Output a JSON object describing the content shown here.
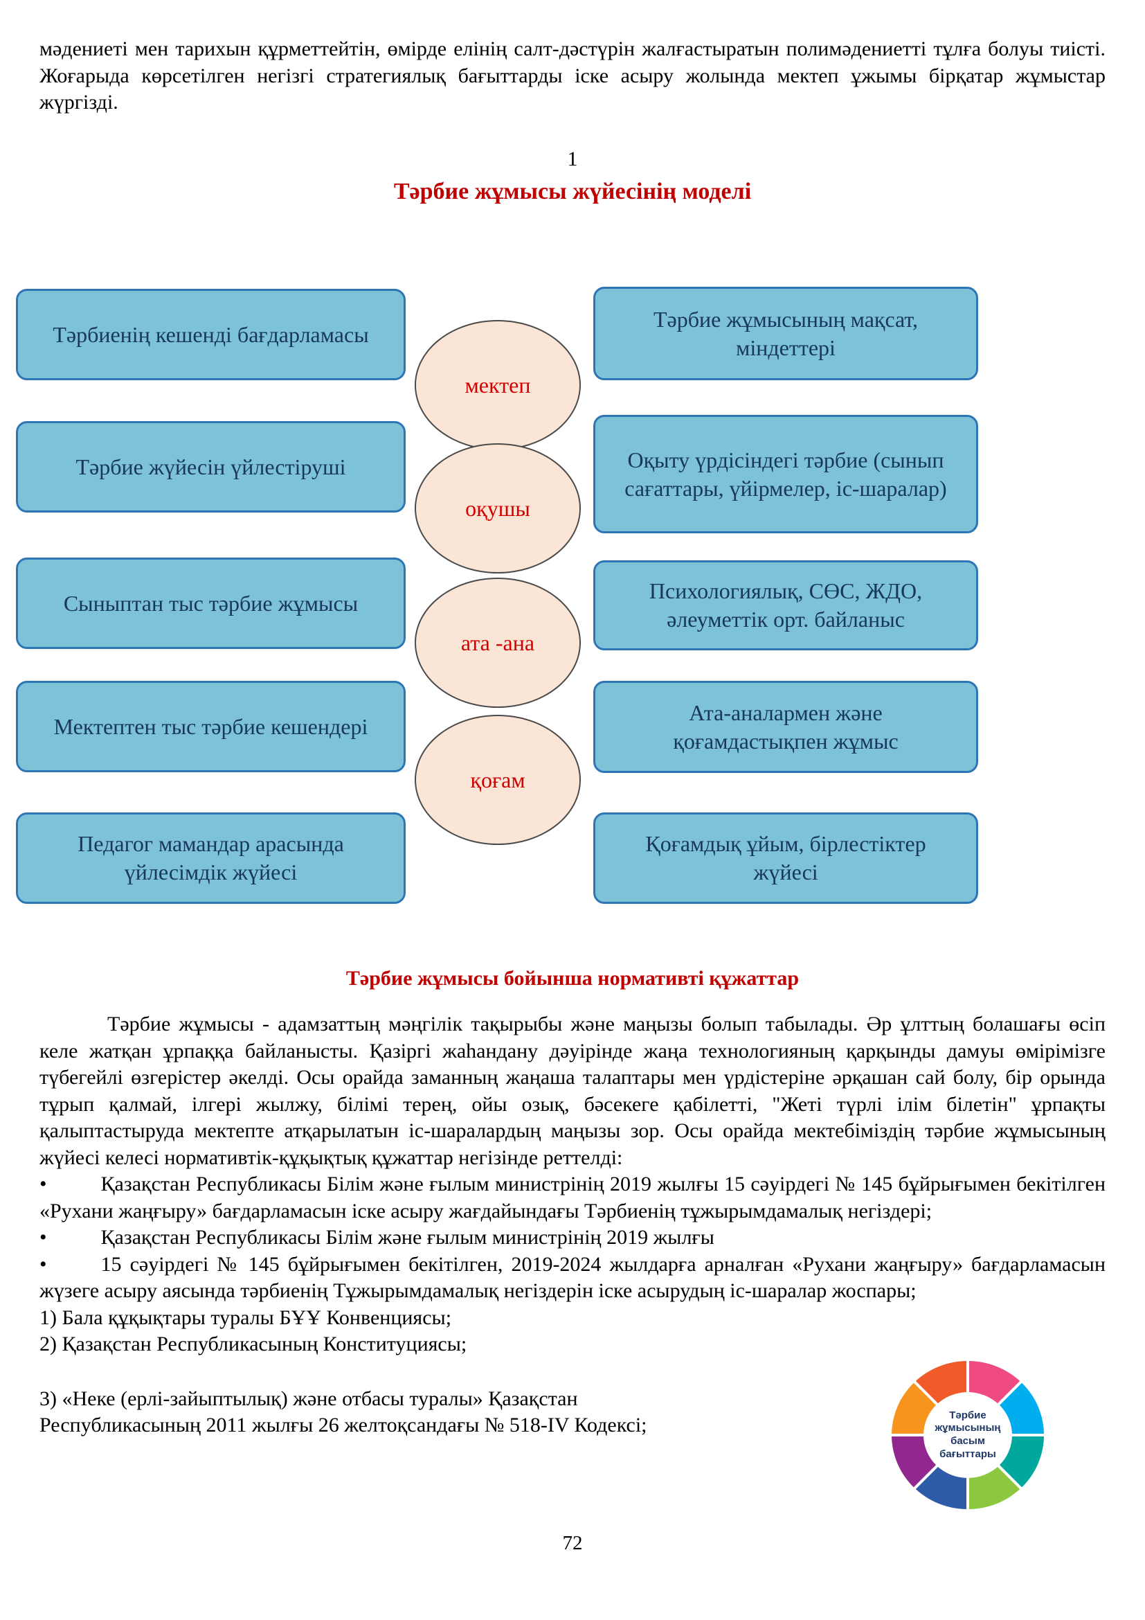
{
  "page": {
    "top_paragraph": "мәдениеті мен тарихын құрметтейтін, өмірде елінің салт-дәстүрін жалғастыратын полимәдениетті тұлға болуы тиісті. Жоғарыда көрсетілген негізгі стратегиялық бағыттарды іске асыру жолында мектеп ұжымы бірқатар жұмыстар жүргізді.",
    "page_marker": "1",
    "title": "Тәрбие жұмысы жүйесінің моделі",
    "footer_page_number": "72"
  },
  "diagram": {
    "left_boxes": [
      "Тәрбиенің кешенді бағдарламасы",
      "Тәрбие жүйесін үйлестіруші",
      "Сыныптан тыс тәрбие жұмысы",
      "Мектептен тыс тәрбие кешендері",
      "Педагог мамандар арасында үйлесімдік жүйесі"
    ],
    "circles": [
      "мектеп",
      "оқушы",
      "ата -ана",
      "қоғам"
    ],
    "right_boxes": [
      "Тәрбие жұмысының мақсат, міндеттері",
      "Оқыту үрдісіндегі тәрбие (сынып сағаттары, үйірмелер, іс-шаралар)",
      "Психологиялық, СӨС, ЖДО, әлеуметтік орт. байланыс",
      "Ата-аналармен және қоғамдастықпен жұмыс",
      "Қоғамдық ұйым, бірлестіктер жүйесі"
    ],
    "colors": {
      "box_fill": "#7EC2D8",
      "box_border": "#2E75B6",
      "box_text": "#17375E",
      "circle_fill": "#FBE5D6",
      "circle_text": "#D40000",
      "heading_red": "#C00000"
    }
  },
  "section": {
    "heading": "Тәрбие жұмысы бойынша нормативті құжаттар",
    "paragraph": "Тәрбие жұмысы - адамзаттың мәңгілік тақырыбы және  маңызы болып табылады. Әр ұлттың болашағы өсіп келе жатқан ұрпаққа байланысты. Қазіргі жаһандану дәуірінде жаңа технологияның қарқынды дамуы өмірімізге түбегейлі өзгерістер әкелді. Осы орайда заманның жаңаша талаптары мен үрдістеріне әрқашан сай болу, бір орында тұрып қалмай, ілгері жылжу, білімі терең, ойы озық, бәсекеге қабілетті, \"Жеті түрлі ілім білетін\" ұрпақты қалыптастыруда мектепте  атқарылатын іс-шаралардың маңызы зор. Осы орайда мектебіміздің  тәрбие жұмысының жүйесі келесі нормативтік-құқықтық құжаттар негізінде  реттелді:",
    "bullet_marker": "•",
    "bullets": [
      "Қазақстан Республикасы Білім және ғылым министрінің 2019 жылғы 15 сәуірдегі № 145 бұйрығымен бекітілген «Рухани жаңғыру» бағдарламасын іске асыру жағдайындағы Тәрбиенің тұжырымдамалық негіздері;",
      "Қазақстан Республикасы Білім және ғылым министрінің 2019 жылғы",
      "15 сәуірдегі № 145 бұйрығымен бекітілген, 2019-2024 жылдарға арналған «Рухани жаңғыру» бағдарламасын жүзеге асыру аясында тәрбиенің Тұжырымдамалық негіздерін іске асырудың іс-шаралар жоспары;"
    ],
    "numbered": [
      "1) Бала құқықтары туралы БҰҰ Конвенциясы;",
      "2) Қазақстан Республикасының Конституциясы;"
    ],
    "item3_line1": "3) «Неке (ерлі-зайыптылық) және отбасы туралы» Қазақстан",
    "item3_line2": "Республикасының 2011 жылғы 26 желтоқсандағы № 518-IV Кодексі;"
  },
  "figure": {
    "center_text": "Тәрбие жұмысының басым бағыттары",
    "segment_colors": [
      "#F7941D",
      "#F15A29",
      "#EF4A81",
      "#00AEEF",
      "#00A79D",
      "#8DC63F",
      "#2E5BA8",
      "#92278F"
    ]
  }
}
